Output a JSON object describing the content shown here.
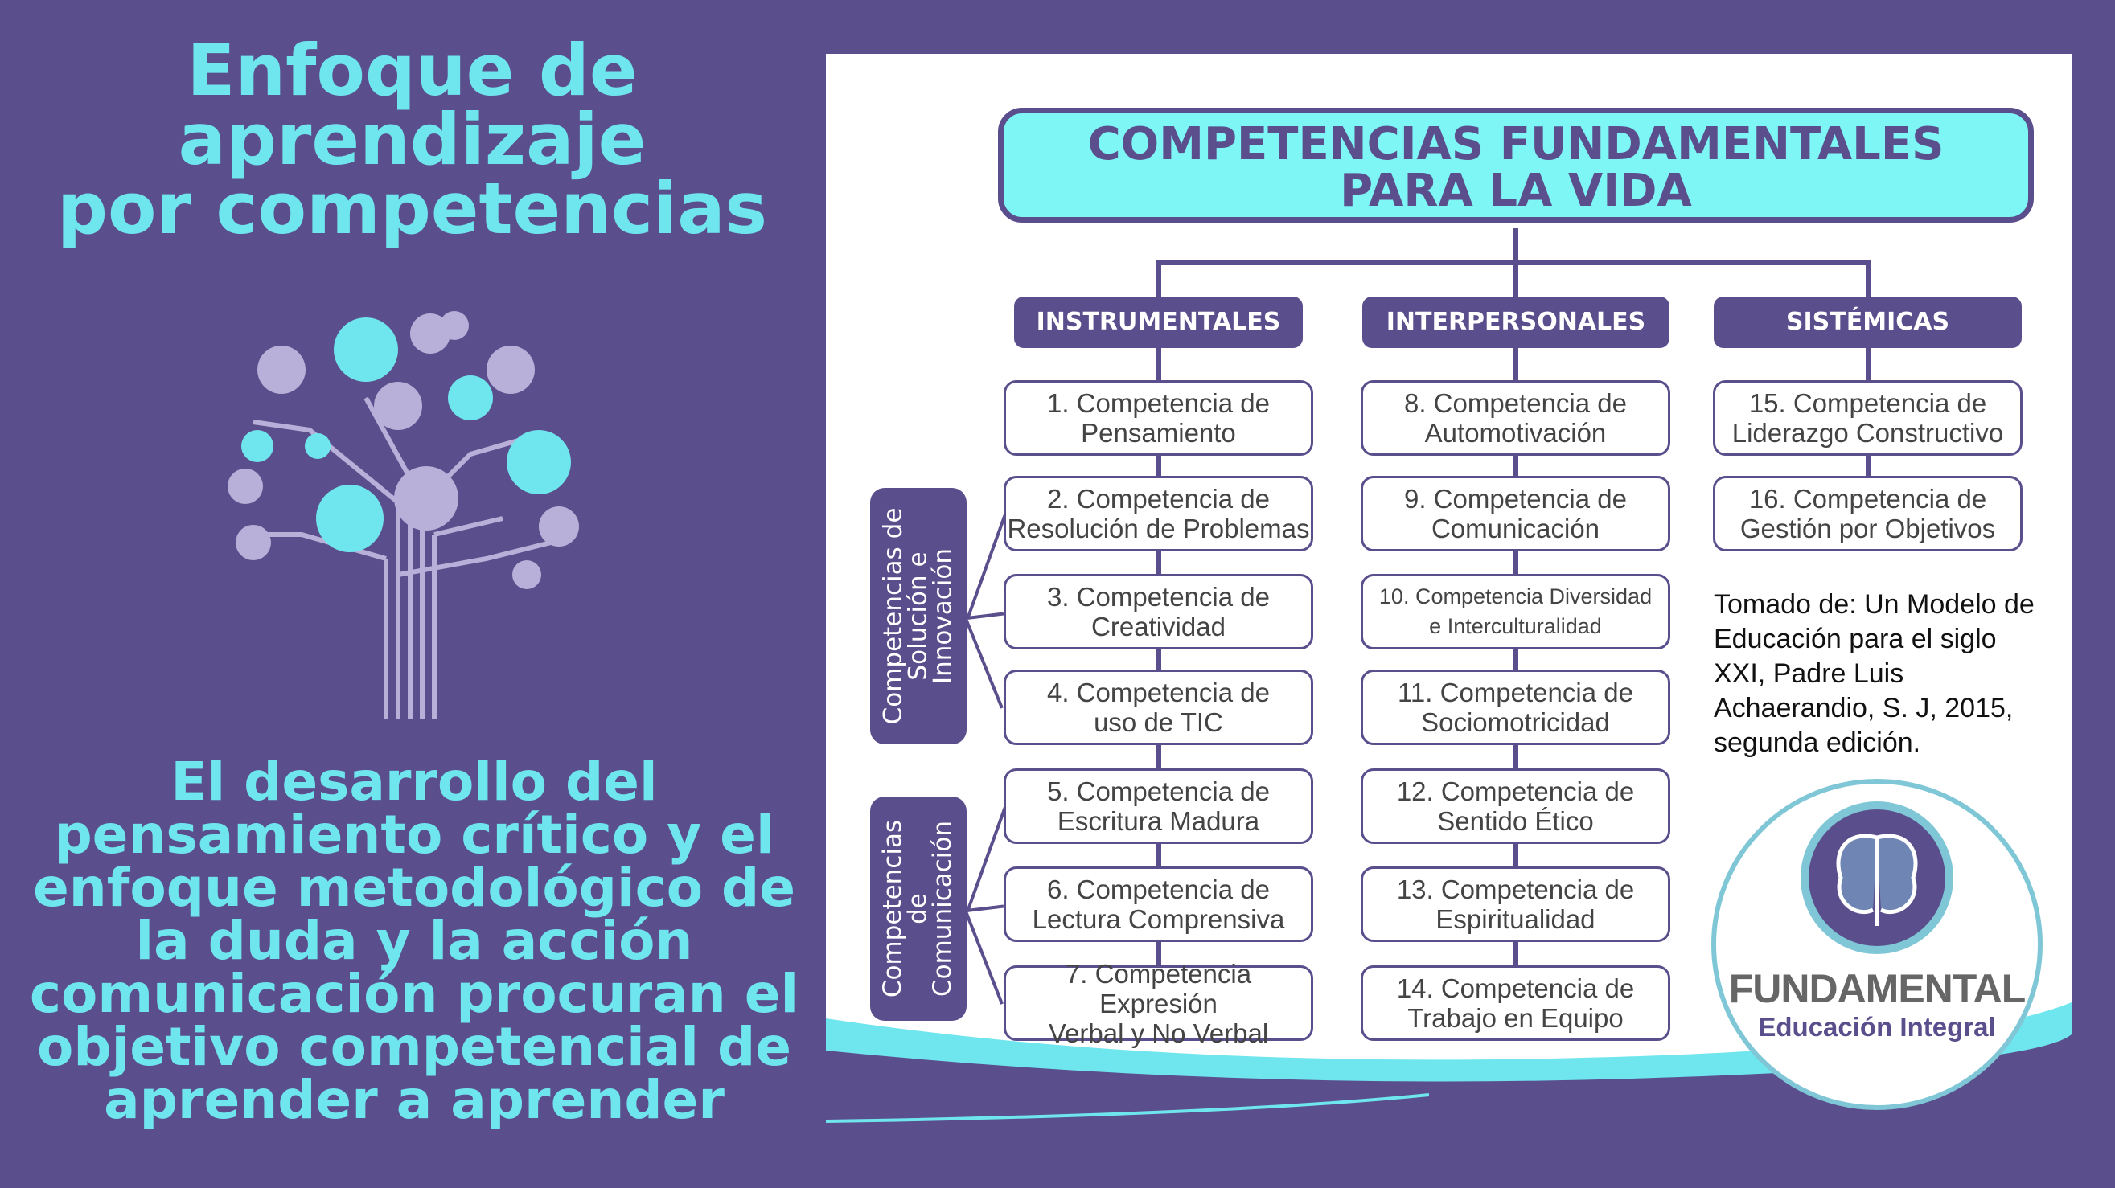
{
  "left": {
    "title_lines": [
      "Enfoque de",
      "aprendizaje",
      "por competencias"
    ],
    "body_lines": [
      "El desarrollo del",
      "pensamiento crítico y el",
      "enfoque metodológico de",
      "la duda y la acción",
      "comunicación procuran el",
      "objetivo competencial de",
      "aprender a aprender"
    ]
  },
  "diagram": {
    "title_line1": "COMPETENCIAS FUNDAMENTALES",
    "title_line2": "PARA LA VIDA",
    "categories": [
      "INSTRUMENTALES",
      "INTERPERSONALES",
      "SISTÉMICAS"
    ],
    "columns": [
      [
        "1. Competencia de\nPensamiento",
        "2. Competencia de\nResolución de Problemas",
        "3. Competencia de\nCreatividad",
        "4. Competencia de\nuso de TIC",
        "5. Competencia de\nEscritura Madura",
        "6. Competencia de\nLectura Comprensiva",
        "7. Competencia Expresión\nVerbal y No Verbal"
      ],
      [
        "8. Competencia de\nAutomotivación",
        "9. Competencia de\nComunicación",
        "10. Competencia Diversidad\ne Interculturalidad",
        "11. Competencia de\nSociomotricidad",
        "12. Competencia de\nSentido Ético",
        "13. Competencia de\nEspiritualidad",
        "14. Competencia de\nTrabajo en Equipo"
      ],
      [
        "15. Competencia de\nLiderazgo Constructivo",
        "16. Competencia de\nGestión  por Objetivos"
      ]
    ],
    "side_groups": [
      "Competencias de\nSolución e\nInnovación",
      "Competencias\nde\nComunicación"
    ],
    "citation": "Tomado de: Un Modelo de Educación para el siglo XXI, Padre Luis Achaerandio, S. J, 2015, segunda edición."
  },
  "logo": {
    "name": "FUNDAMENTAL",
    "tagline": "Educación Integral"
  },
  "colors": {
    "background": "#5b4e8c",
    "accent": "#6fe6ee",
    "header": "#7ef6f5"
  }
}
